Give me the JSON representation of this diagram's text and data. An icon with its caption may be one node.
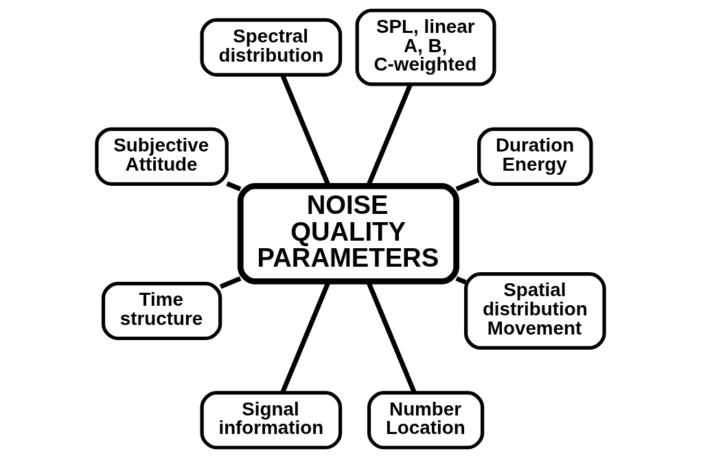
{
  "diagram": {
    "nodes": [
      {
        "text": [
          "Duration Energy"
        ]
      },
      {
        "text": [
          "SPL, linear A, B, C-weighted"
        ]
      },
      {
        "text": [
          "Spectral distribution"
        ]
      },
      {
        "text": [
          "Subjective Attitude"
        ]
      },
      {
        "text": [
          "NOISE QUALITY PARAMETERS"
        ]
      },
      {
        "text": [
          "Time structure"
        ]
      },
      {
        "text": [
          "Signal information"
        ]
      },
      {
        "text": [
          "Number Location"
        ]
      },
      {
        "text": [
          "Spatial distribution Movement"
        ]
      }
    ],
    "edges": [
      {
        "from": 4,
        "to": 0,
        "arrow": "none"
      },
      {
        "from": 4,
        "to": 1,
        "arrow": "none"
      },
      {
        "from": 4,
        "to": 2,
        "arrow": "none"
      },
      {
        "from": 4,
        "to": 3,
        "arrow": "none"
      },
      {
        "from": 4,
        "to": 5,
        "arrow": "none"
      },
      {
        "from": 4,
        "to": 6,
        "arrow": "none"
      },
      {
        "from": 4,
        "to": 7,
        "arrow": "none"
      },
      {
        "from": 4,
        "to": 8,
        "arrow": "none"
      }
    ]
  }
}
